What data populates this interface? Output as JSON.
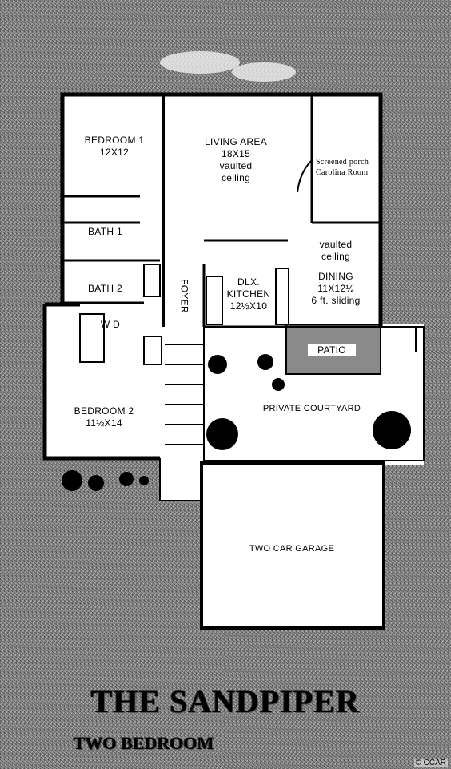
{
  "rooms": {
    "bedroom1": {
      "name": "BEDROOM 1",
      "size": "12X12"
    },
    "living": {
      "name": "LIVING AREA",
      "size": "18X15",
      "note1": "vaulted",
      "note2": "ceiling"
    },
    "porch": {
      "line1": "Screened porch",
      "line2": "Carolina Room"
    },
    "bath1": {
      "name": "BATH 1"
    },
    "bath2": {
      "name": "BATH 2"
    },
    "foyer": {
      "name": "FOYER"
    },
    "dining": {
      "note1": "vaulted",
      "note2": "ceiling",
      "name": "DINING",
      "size": "11X12½",
      "sliding": "6 ft. sliding"
    },
    "kitchen": {
      "name1": "DLX.",
      "name2": "KITCHEN",
      "size": "12½X10"
    },
    "patio": {
      "name": "PATIO"
    },
    "bedroom2": {
      "name": "BEDROOM 2",
      "size": "11½X14"
    },
    "wd": {
      "label": "W D"
    },
    "courtyard": {
      "name": "PRIVATE COURTYARD"
    },
    "garage": {
      "name": "TWO CAR GARAGE"
    }
  },
  "title": {
    "main": "THE SANDPIPER",
    "sub": "TWO BEDROOM"
  },
  "watermark": "© CCAR",
  "colors": {
    "wall": "#000000",
    "floor": "#ffffff",
    "background": "#8d8d8d",
    "patio": "#888888"
  }
}
